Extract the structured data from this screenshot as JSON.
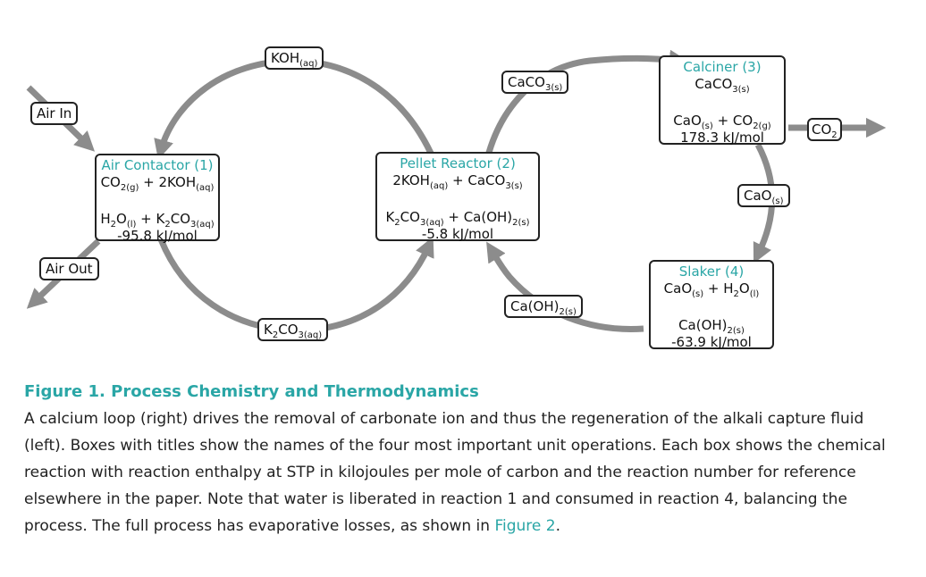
{
  "diagram": {
    "boxes": {
      "air_contactor": {
        "title": "Air Contactor (1)",
        "reactants": "CO<sub>2(g)</sub> + 2KOH<sub>(aq)</sub>",
        "products": "H<sub>2</sub>O<sub>(l)</sub> + K<sub>2</sub>CO<sub>3(aq)</sub>",
        "enthalpy": "-95.8 kJ/mol"
      },
      "pellet_reactor": {
        "title": "Pellet Reactor (2)",
        "reactants": "2KOH<sub>(aq)</sub> + CaCO<sub>3(s)</sub>",
        "products": "K<sub>2</sub>CO<sub>3(aq)</sub> + Ca(OH)<sub>2(s)</sub>",
        "enthalpy": "-5.8 kJ/mol"
      },
      "calciner": {
        "title": "Calciner (3)",
        "reactants": "CaCO<sub>3(s)</sub>",
        "products": "CaO<sub>(s)</sub> + CO<sub>2(g)</sub>",
        "enthalpy": "178.3 kJ/mol"
      },
      "slaker": {
        "title": "Slaker (4)",
        "reactants": "CaO<sub>(s)</sub> + H<sub>2</sub>O<sub>(l)</sub>",
        "products": "Ca(OH)<sub>2(s)</sub>",
        "enthalpy": "-63.9 kJ/mol"
      }
    },
    "tags": {
      "air_in": "Air In",
      "air_out": "Air Out",
      "koh": "KOH<sub>(aq)</sub>",
      "k2co3": "K<sub>2</sub>CO<sub>3(aq)</sub>",
      "caco3": "CaCO<sub>3(s)</sub>",
      "cao": "CaO<sub>(s)</sub>",
      "caoh2": "Ca(OH)<sub>2(s)</sub>",
      "co2": "CO<sub>2</sub>"
    },
    "colors": {
      "arrow": "#8c8c8c",
      "accent": "#2aa6a6",
      "border": "#222222"
    }
  },
  "caption": {
    "title": "Figure 1.  Process Chemistry and Thermodynamics",
    "body": "A calcium loop (right) drives the removal of carbonate ion and thus the regeneration of the alkali capture fluid (left). Boxes with titles show the names of the four most important unit operations. Each box shows the chemical reaction with reaction enthalpy at STP in kilojoules per mole of carbon and the reaction number for reference elsewhere in the paper. Note that water is liberated in reaction 1 and consumed in reaction 4, balancing the process. The full process has evaporative losses, as shown in ",
    "link": "Figure 2",
    "end": "."
  }
}
